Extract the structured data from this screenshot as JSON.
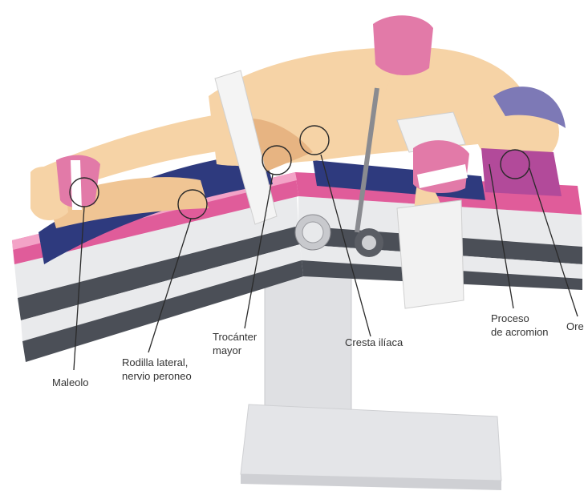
{
  "labels": {
    "maleolo": "Maleolo",
    "rodilla_1": "Rodilla lateral,",
    "rodilla_2": "nervio peroneo",
    "trocanter_1": "Trocánter",
    "trocanter_2": "mayor",
    "cresta": "Cresta ilíaca",
    "proceso_1": "Proceso",
    "proceso_2": "de acromion",
    "oreja": "Ore"
  },
  "colors": {
    "skin": "#f6d3a6",
    "skin_shadow": "#e7b482",
    "pad_pink": "#e05c9a",
    "pad_light_pink": "#f3a3c7",
    "navy_pad": "#2e3a7e",
    "table_dark": "#4b4f57",
    "table_light": "#e9eaec",
    "stand": "#dcdde1",
    "cap": "#7d79b6",
    "outline_circle": "#2a2a2a",
    "leader_line": "#2a2a2a"
  }
}
